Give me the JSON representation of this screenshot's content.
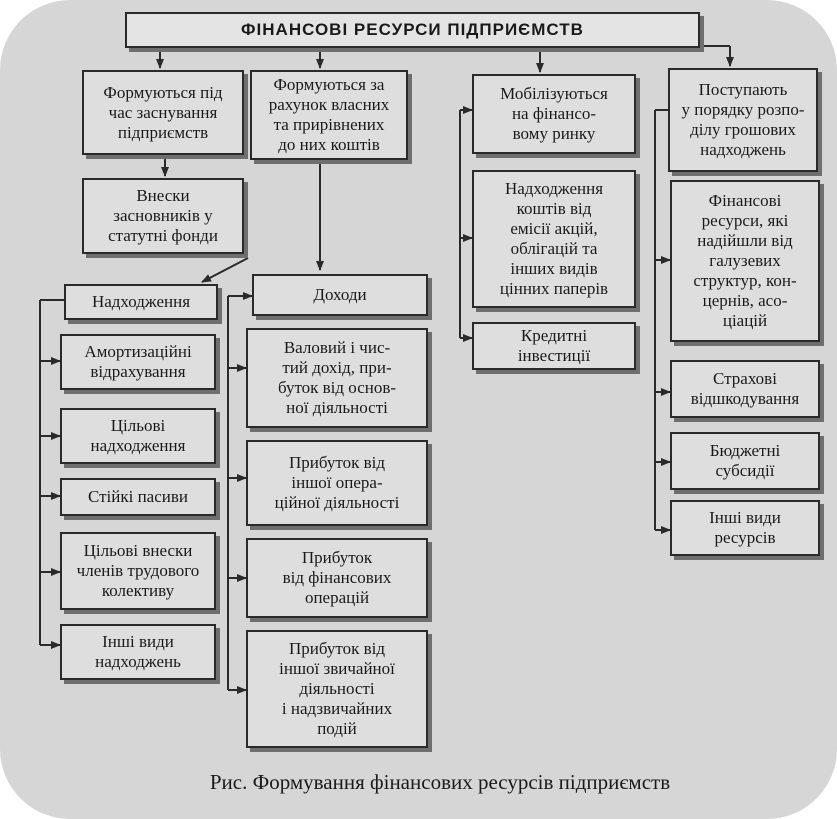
{
  "diagram": {
    "title": "ФІНАНСОВІ РЕСУРСИ ПІДПРИЄМСТВ",
    "column1": {
      "founding": "Формуються під\nчас заснування\nпідприємств",
      "contributions": "Внески\nзасновників у\nстатутні фонди",
      "receipts_header": "Надходження",
      "items": [
        "Амортизаційні\nвідрахування",
        "Цільові\nнадходження",
        "Стійкі пасиви",
        "Цільові внески\nчленів трудового\nколективу",
        "Інші види\nнадходжень"
      ]
    },
    "column2": {
      "own_funds": "Формуються за\nрахунок власних\nта прирівнених\nдо них коштів",
      "income_header": "Доходи",
      "items": [
        "Валовий і чис-\nтий дохід, при-\nбуток від основ-\nної діяльності",
        "Прибуток від\nіншої опера-\nційної діяльності",
        "Прибуток\nвід фінансових\nоперацій",
        "Прибуток від\nіншої звичайної\nдіяльності\nі надзвичайних\nподій"
      ]
    },
    "column3": {
      "market": "Мобілізуються\nна фінансо-\nвому ринку",
      "securities": "Надходження\nкоштів від\nемісії акцій,\nоблігацій та\nінших видів\nцінних паперів",
      "credit": "Кредитні\nінвестиції"
    },
    "column4": {
      "redistribution": "Поступають\nу порядку розпо-\nділу грошових\nнадходжень",
      "items": [
        "Фінансові\nресурси, які\nнадійшли від\nгалузевих\nструктур, кон-\nцернів, асо-\nціацій",
        "Страхові\nвідшкодування",
        "Бюджетні\nсубсидії",
        "Інші види\nресурсів"
      ]
    }
  },
  "caption": "Рис. Формування фінансових ресурсів підприємств"
}
